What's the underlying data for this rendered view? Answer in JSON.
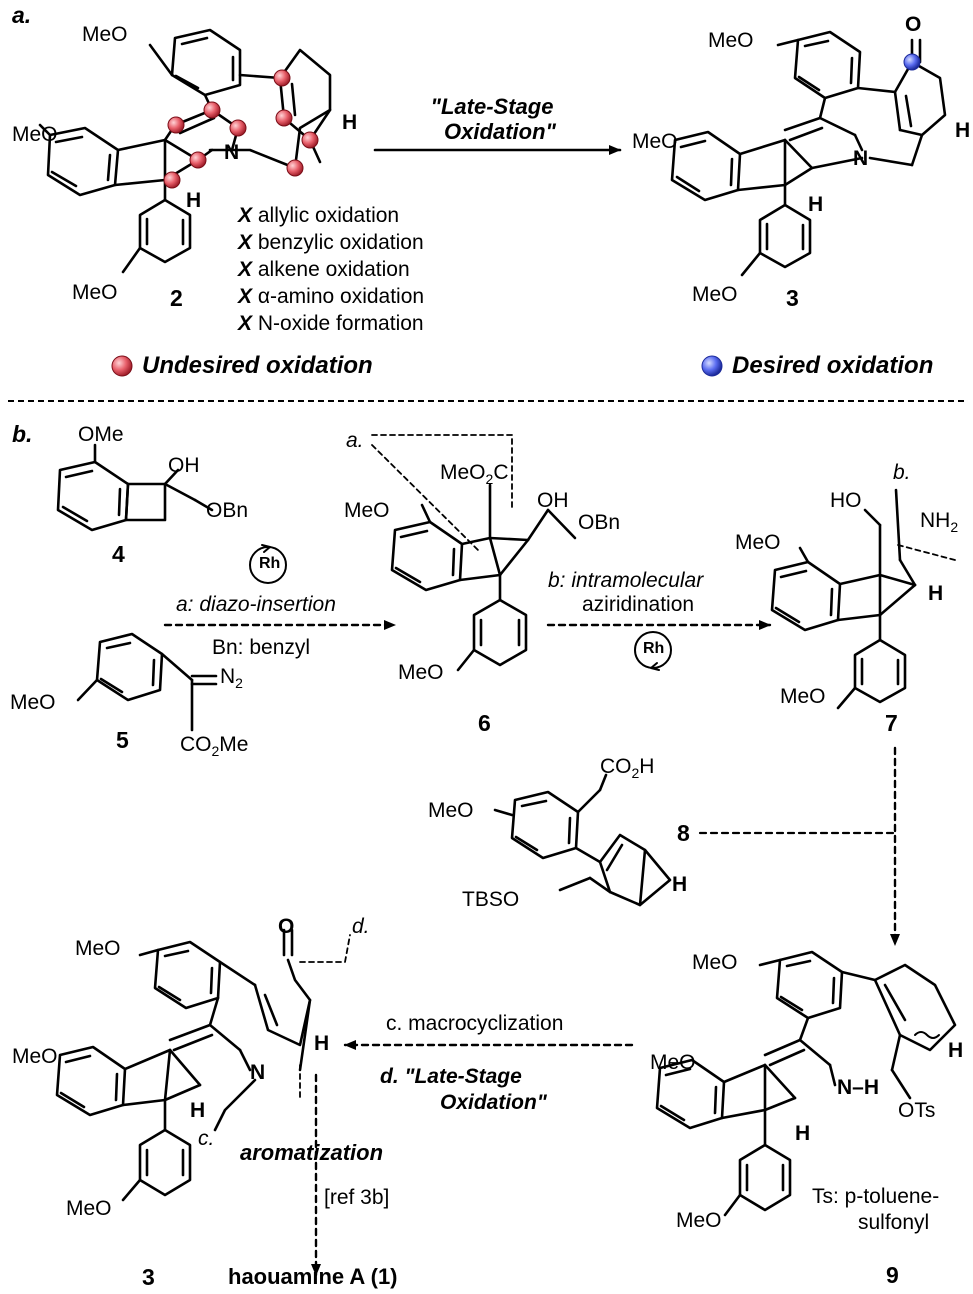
{
  "part_a": {
    "label": "a.",
    "compound_2": {
      "number": "2",
      "ome_top": "MeO",
      "ome_left": "MeO",
      "ome_bottom": "MeO",
      "n_atom": "N",
      "h_lower": "H",
      "h_right": "H"
    },
    "arrow_text_line1": "\"Late-Stage",
    "arrow_text_line2": "Oxidation\"",
    "failures": [
      {
        "mark": "X",
        "text": "allylic oxidation"
      },
      {
        "mark": "X",
        "text": "benzylic oxidation"
      },
      {
        "mark": "X",
        "text": "alkene oxidation"
      },
      {
        "mark": "X",
        "text": "α-amino oxidation"
      },
      {
        "mark": "X",
        "text": "N-oxide formation"
      }
    ],
    "compound_3": {
      "number": "3",
      "ome_top": "MeO",
      "ome_left": "MeO",
      "ome_bottom": "MeO",
      "n_atom": "N",
      "h_lower": "H",
      "h_right": "H",
      "o_atom": "O"
    },
    "legend_undesired": "Undesired oxidation",
    "legend_desired": "Desired oxidation",
    "colors": {
      "undesired": "#e8606b",
      "desired": "#5a6cf0"
    }
  },
  "part_b": {
    "label": "b.",
    "compound_4": {
      "number": "4",
      "ome": "OMe",
      "oh": "OH",
      "obn": "OBn"
    },
    "compound_5": {
      "number": "5",
      "meo": "MeO",
      "n2": "N",
      "n2_sub": "2",
      "ester": "CO",
      "ester_sub": "2",
      "ester_tail": "Me"
    },
    "step_a_line1": "a: diazo-insertion",
    "step_a_line2": "Bn: benzyl",
    "catalyst": "Rh",
    "compound_6": {
      "number": "6",
      "label_a": "a.",
      "ester": "MeO",
      "ester_sub": "2",
      "ester_tail": "C",
      "oh": "OH",
      "obn": "OBn",
      "meo_left": "MeO",
      "meo_bottom": "MeO"
    },
    "step_b_line1": "b: intramolecular",
    "step_b_line2": "aziridination",
    "compound_7": {
      "number": "7",
      "label_b": "b.",
      "ho": "HO",
      "nh2": "NH",
      "nh2_sub": "2",
      "meo_left": "MeO",
      "meo_bottom": "MeO",
      "h": "H"
    },
    "compound_8": {
      "number": "8",
      "acid": "CO",
      "acid_sub": "2",
      "acid_tail": "H",
      "meo": "MeO",
      "tbso": "TBSO",
      "h": "H"
    },
    "compound_9": {
      "number": "9",
      "meo_top": "MeO",
      "meo_left": "MeO",
      "meo_bottom": "MeO",
      "nh": "N",
      "nh_h": "H",
      "h_lower": "H",
      "h_right": "H",
      "ots": "OTs",
      "ts_line1": "Ts: p-toluene-",
      "ts_line2": "sulfonyl"
    },
    "step_c": "c. macrocyclization",
    "step_d_line1": "d. \"Late-Stage",
    "step_d_line2": "Oxidation\"",
    "compound_3": {
      "number": "3",
      "meo_top": "MeO",
      "meo_left": "MeO",
      "meo_bottom": "MeO",
      "n": "N",
      "o": "O",
      "h_lower": "H",
      "h_right": "H",
      "label_c": "c.",
      "label_d": "d."
    },
    "aromatization": "aromatization",
    "ref": "[ref 3b]",
    "product": "haouamine A (1)"
  }
}
